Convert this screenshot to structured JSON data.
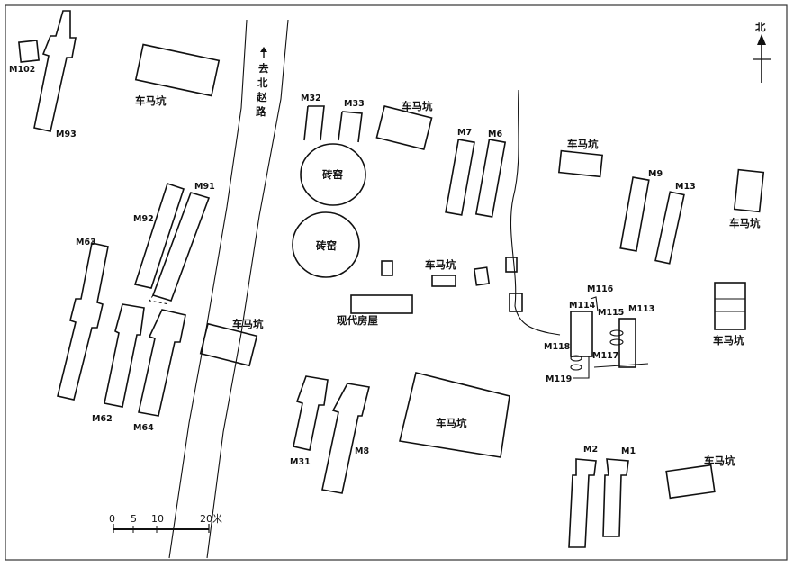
{
  "labels": {
    "north": "北",
    "road": "去北赵路",
    "kiln": "砖窑",
    "modern_house": "现代房屋",
    "pit": "车马坑"
  },
  "tombs": {
    "M102": "M102",
    "M93": "M93",
    "M92": "M92",
    "M91": "M91",
    "M63": "M63",
    "M62": "M62",
    "M64": "M64",
    "M32": "M32",
    "M33": "M33",
    "M7": "M7",
    "M6": "M6",
    "M9": "M9",
    "M13": "M13",
    "M116": "M116",
    "M114": "M114",
    "M115": "M115",
    "M113": "M113",
    "M118": "M118",
    "M117": "M117",
    "M119": "M119",
    "M31": "M31",
    "M8": "M8",
    "M2": "M2",
    "M1": "M1"
  },
  "scale": {
    "ticks": [
      "0",
      "5",
      "10",
      "20米"
    ]
  }
}
